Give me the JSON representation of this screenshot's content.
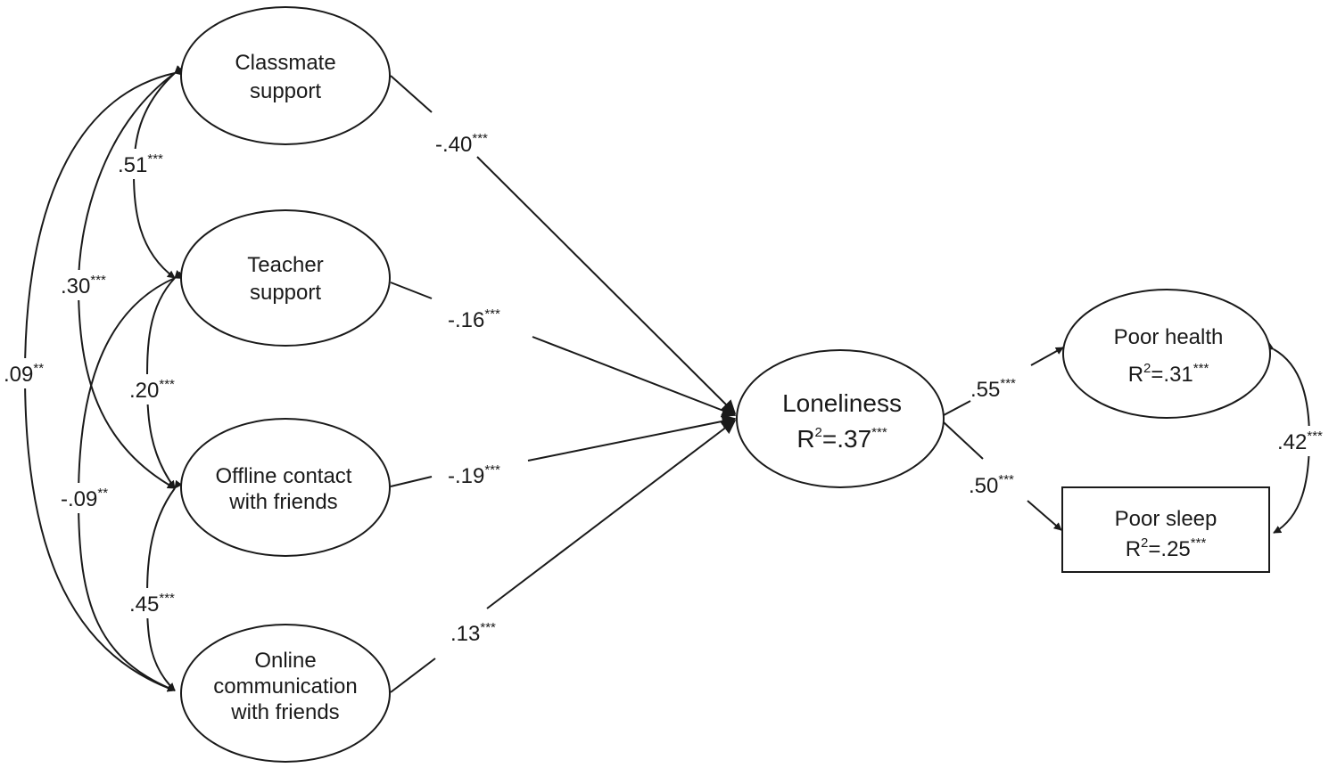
{
  "nodes": {
    "classmate": {
      "line1": "Classmate",
      "line2": "support"
    },
    "teacher": {
      "line1": "Teacher",
      "line2": "support"
    },
    "offline": {
      "line1": "Offline contact",
      "line2": "with friends"
    },
    "online": {
      "line1": "Online",
      "line2": "communication",
      "line3": "with friends"
    },
    "loneliness": {
      "label": "Loneliness",
      "r2_prefix": "R",
      "r2_exp": "2",
      "r2_value": "=.37",
      "r2_sig": "***"
    },
    "poor_health": {
      "label": "Poor health",
      "r2_prefix": "R",
      "r2_exp": "2",
      "r2_value": "=.31",
      "r2_sig": "***"
    },
    "poor_sleep": {
      "label": "Poor sleep",
      "r2_prefix": "R",
      "r2_exp": "2",
      "r2_value": "=.25",
      "r2_sig": "***"
    }
  },
  "paths": [
    {
      "id": "classmate-loneliness",
      "value": "-.40",
      "sig": "***"
    },
    {
      "id": "teacher-loneliness",
      "value": "-.16",
      "sig": "***"
    },
    {
      "id": "offline-loneliness",
      "value": "-.19",
      "sig": "***"
    },
    {
      "id": "online-loneliness",
      "value": ".13",
      "sig": "***"
    },
    {
      "id": "loneliness-health",
      "value": ".55",
      "sig": "***"
    },
    {
      "id": "loneliness-sleep",
      "value": ".50",
      "sig": "***"
    }
  ],
  "correlations": [
    {
      "id": "classmate-teacher",
      "value": ".51",
      "sig": "***"
    },
    {
      "id": "classmate-offline",
      "value": ".30",
      "sig": "***"
    },
    {
      "id": "classmate-online",
      "value": ".09",
      "sig": "**"
    },
    {
      "id": "teacher-offline",
      "value": ".20",
      "sig": "***"
    },
    {
      "id": "teacher-online",
      "value": "-.09",
      "sig": "**"
    },
    {
      "id": "offline-online",
      "value": ".45",
      "sig": "***"
    },
    {
      "id": "health-sleep",
      "value": ".42",
      "sig": "***"
    }
  ]
}
